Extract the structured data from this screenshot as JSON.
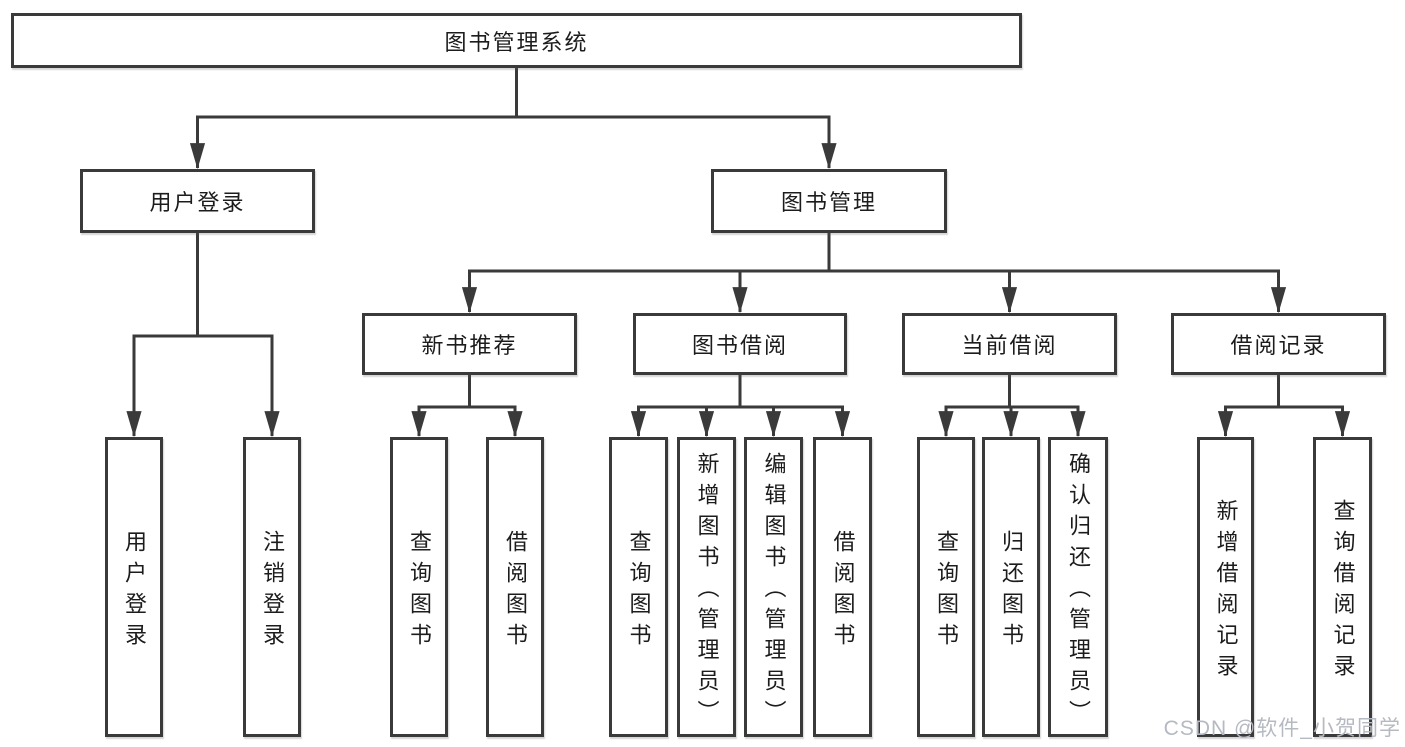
{
  "diagram": {
    "title": "图书管理系统",
    "colors": {
      "line": "#3a3a3a",
      "box_border": "#3a3a3a",
      "text": "#1c1c1c",
      "background": "#ffffff",
      "watermark": "#b5b9c2"
    },
    "nodes": {
      "root": "图书管理系统",
      "user_login": "用户登录",
      "book_management": "图书管理",
      "new_book_recommend": "新书推荐",
      "book_borrow": "图书借阅",
      "current_borrow": "当前借阅",
      "borrow_records": "借阅记录"
    },
    "leaves": {
      "user_login": [
        "用户登录",
        "注销登录"
      ],
      "new_book_recommend": [
        "查询图书",
        "借阅图书"
      ],
      "book_borrow": [
        "查询图书",
        "新增图书（管理员）",
        "编辑图书（管理员）",
        "借阅图书"
      ],
      "current_borrow": [
        "查询图书",
        "归还图书",
        "确认归还（管理员）"
      ],
      "borrow_records": [
        "新增借阅记录",
        "查询借阅记录"
      ]
    },
    "watermark": "CSDN @软件_小贺同学"
  }
}
